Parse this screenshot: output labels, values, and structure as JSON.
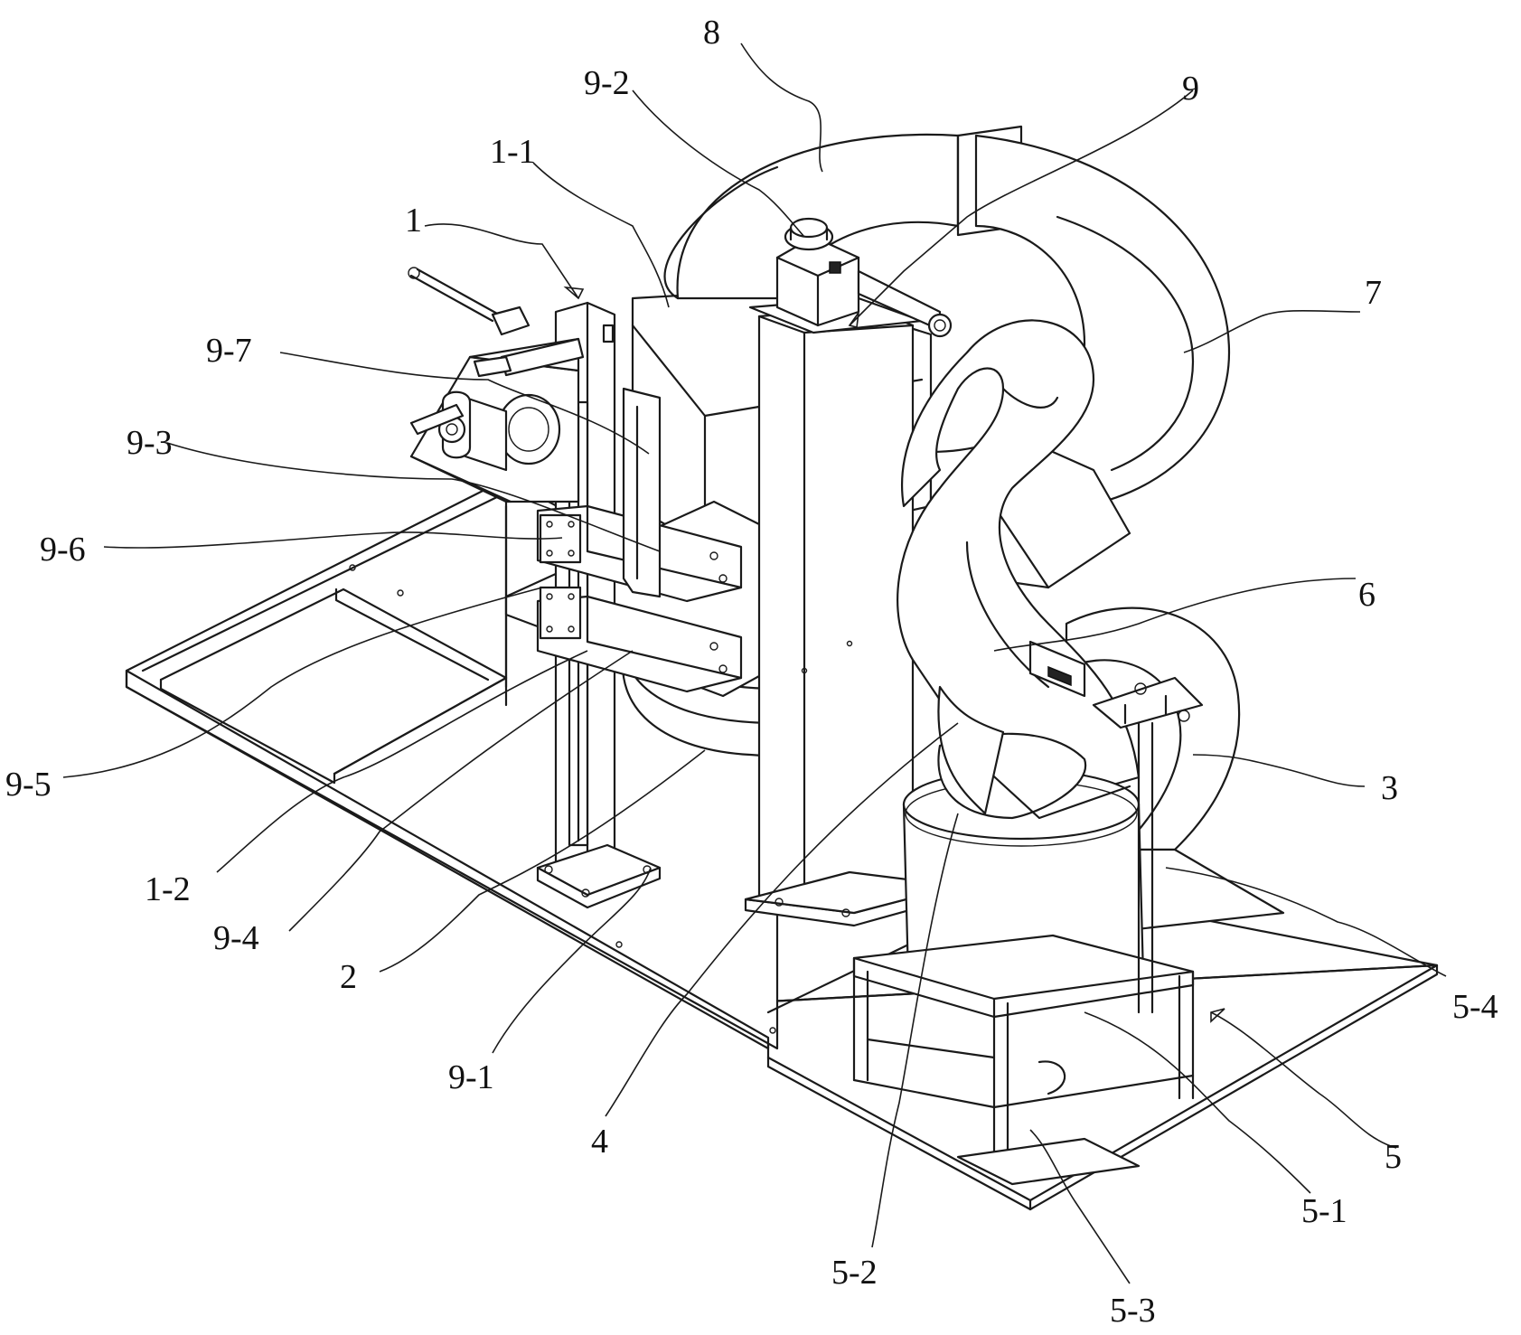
{
  "figure": {
    "labels": [
      {
        "id": "8",
        "text": "8"
      },
      {
        "id": "9-2",
        "text": "9-2"
      },
      {
        "id": "9",
        "text": "9"
      },
      {
        "id": "1-1",
        "text": "1-1"
      },
      {
        "id": "1",
        "text": "1"
      },
      {
        "id": "7",
        "text": "7"
      },
      {
        "id": "9-7",
        "text": "9-7"
      },
      {
        "id": "9-3",
        "text": "9-3"
      },
      {
        "id": "9-6",
        "text": "9-6"
      },
      {
        "id": "6",
        "text": "6"
      },
      {
        "id": "9-5",
        "text": "9-5"
      },
      {
        "id": "3",
        "text": "3"
      },
      {
        "id": "1-2",
        "text": "1-2"
      },
      {
        "id": "9-4",
        "text": "9-4"
      },
      {
        "id": "2",
        "text": "2"
      },
      {
        "id": "5-4",
        "text": "5-4"
      },
      {
        "id": "9-1",
        "text": "9-1"
      },
      {
        "id": "5",
        "text": "5"
      },
      {
        "id": "4",
        "text": "4"
      },
      {
        "id": "5-1",
        "text": "5-1"
      },
      {
        "id": "5-2",
        "text": "5-2"
      },
      {
        "id": "5-3",
        "text": "5-3"
      }
    ]
  }
}
